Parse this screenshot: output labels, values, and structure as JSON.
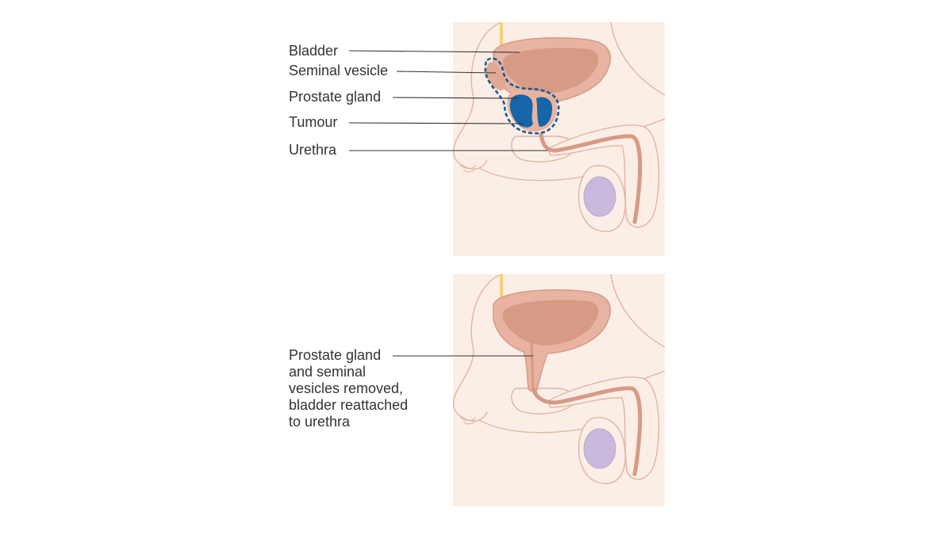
{
  "colors": {
    "background_panel": "#fbeee6",
    "body_outline": "#e2b3a3",
    "bladder_outer": "#e8b3a1",
    "bladder_inner": "#d79a85",
    "tumour": "#1565a9",
    "dashed_outline": "#1a5a96",
    "testis": "#c9b9dc",
    "nerve": "#f3d27a",
    "leader_line": "#333333",
    "text": "#333333"
  },
  "before_panel": {
    "labels": {
      "bladder": "Bladder",
      "seminal_vesicle": "Seminal vesicle",
      "prostate_gland": "Prostate gland",
      "tumour": "Tumour",
      "urethra": "Urethra"
    }
  },
  "after_panel": {
    "removed_label_lines": [
      "Prostate gland",
      "and seminal",
      "vesicles removed,",
      "bladder reattached",
      "to urethra"
    ]
  }
}
